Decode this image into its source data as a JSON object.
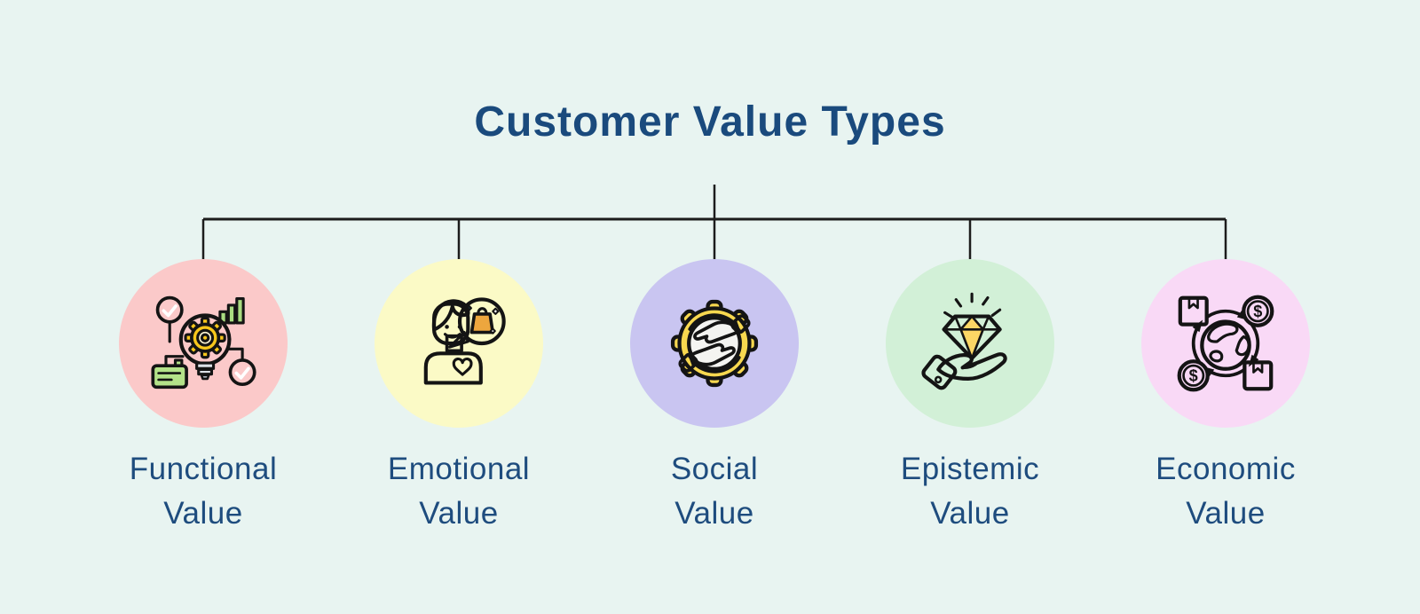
{
  "page": {
    "title": "Customer Value Types",
    "background_color": "#e8f4f1",
    "title_color": "#1a4a7d",
    "label_color": "#1e4c7e",
    "connector_color": "#1c1c1c",
    "dollar_sign": "$"
  },
  "values": [
    {
      "label": "Functional Value",
      "icon": "lightbulb-gear-analytics-icon",
      "circle_color": "#fbc9c9"
    },
    {
      "label": "Emotional Value",
      "icon": "happy-customer-shopping-thought-icon",
      "circle_color": "#fbfac6"
    },
    {
      "label": "Social Value",
      "icon": "cooperating-hands-gear-icon",
      "circle_color": "#c9c5f1"
    },
    {
      "label": "Epistemic Value",
      "icon": "hand-presenting-diamond-icon",
      "circle_color": "#d2f0d7"
    },
    {
      "label": "Economic Value",
      "icon": "global-trade-cycle-icon",
      "circle_color": "#f9d9f6"
    }
  ]
}
